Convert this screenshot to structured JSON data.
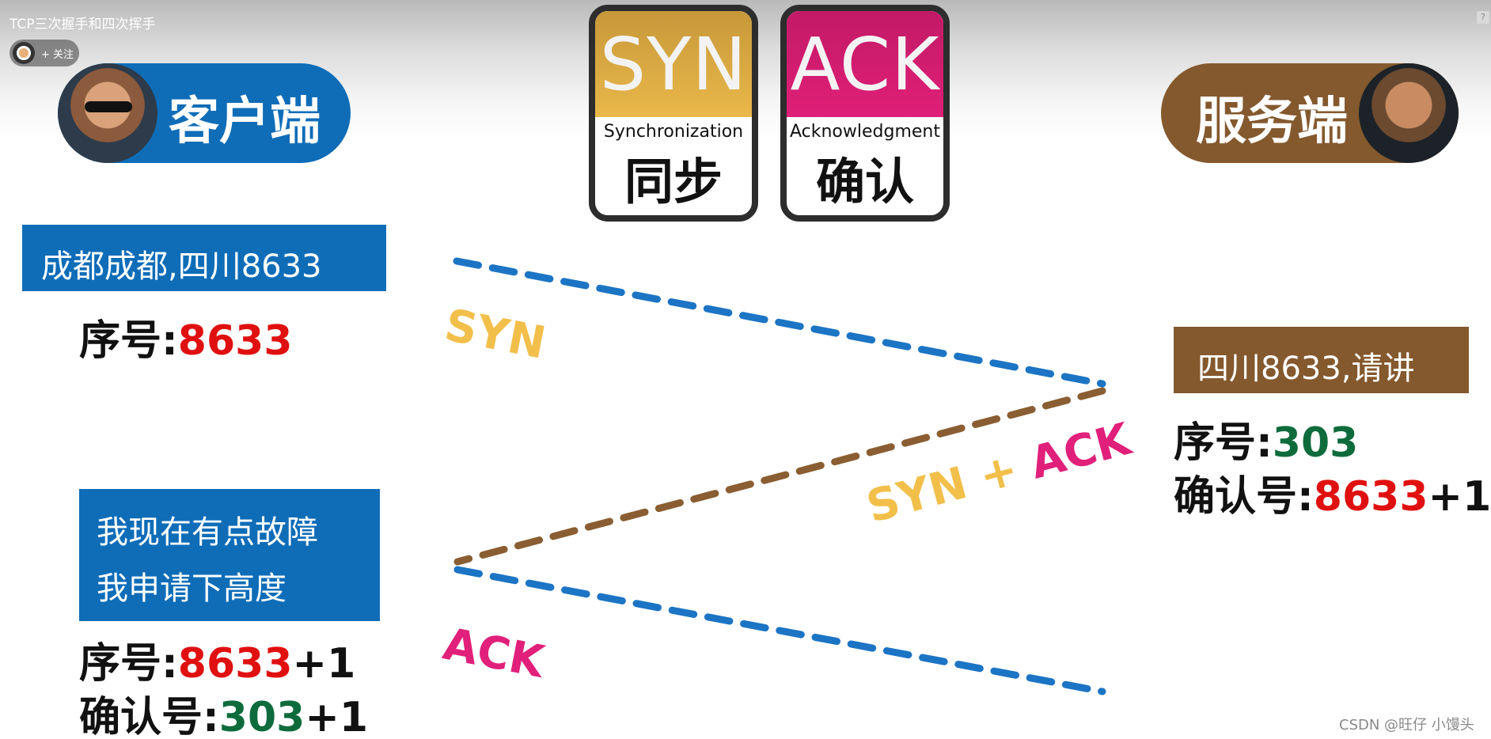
{
  "header": {
    "video_title": "TCP三次握手和四次挥手",
    "follow_label": "+ 关注",
    "help": "?"
  },
  "roles": {
    "client": "客户端",
    "server": "服务端"
  },
  "cards": {
    "syn": {
      "abbr": "SYN",
      "full": "Synchronization",
      "cn": "同步"
    },
    "ack": {
      "abbr": "ACK",
      "full": "Acknowledgment",
      "cn": "确认"
    }
  },
  "messages": {
    "client_call": "成都成都,四川8633",
    "server_reply": "四川8633,请讲",
    "client_request_line1": "我现在有点故障",
    "client_request_line2": "我申请下高度"
  },
  "sequences": {
    "client1": {
      "label": "序号:",
      "value": "8633"
    },
    "server": {
      "seq_label": "序号:",
      "seq_value": "303",
      "ack_label": "确认号:",
      "ack_value": "8633",
      "ack_suffix": "+1"
    },
    "client2": {
      "seq_label": "序号:",
      "seq_value": "8633",
      "seq_suffix": "+1",
      "ack_label": "确认号:",
      "ack_value": "303",
      "ack_suffix": "+1"
    }
  },
  "arrows": {
    "syn": "SYN",
    "synack_syn": "SYN",
    "synack_plus": "+",
    "synack_ack": "ACK",
    "ack": "ACK"
  },
  "colors": {
    "client_blue": "#0f6db8",
    "server_brown": "#84592e",
    "syn_yellow": "#f2bf4a",
    "ack_pink": "#e0207a",
    "value_red": "#e01010",
    "value_green": "#0e6b3c"
  },
  "watermark": "CSDN @旺仔 小馒头"
}
